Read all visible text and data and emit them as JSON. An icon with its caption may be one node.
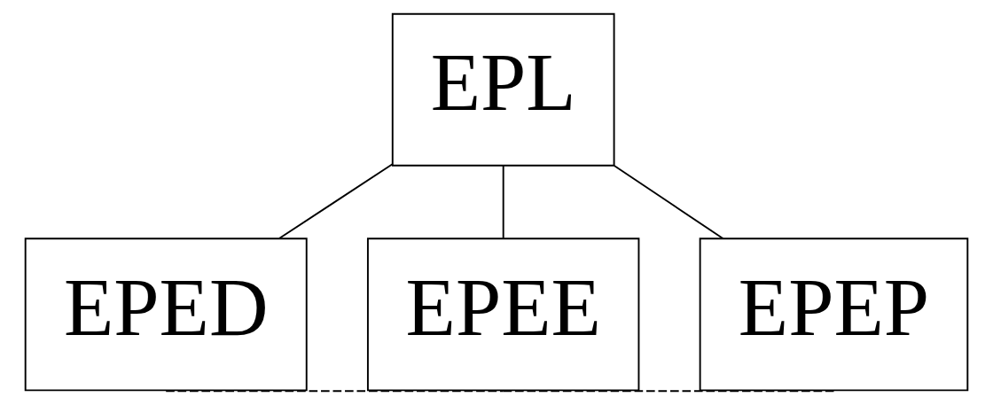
{
  "diagram": {
    "nodes": [
      {
        "text": [
          "EPL"
        ]
      },
      {
        "text": [
          "EPED"
        ]
      },
      {
        "text": [
          "EPEE"
        ]
      },
      {
        "text": [
          "EPEP"
        ]
      }
    ],
    "edges": [
      {
        "from": 0,
        "to": 1,
        "arrow": "none"
      },
      {
        "from": 0,
        "to": 2,
        "arrow": "none"
      },
      {
        "from": 0,
        "to": 3,
        "arrow": "none"
      },
      {
        "from": 1,
        "to": 2,
        "arrow": "none",
        "style": "dashed"
      },
      {
        "from": 2,
        "to": 3,
        "arrow": "none",
        "style": "dashed"
      }
    ]
  }
}
